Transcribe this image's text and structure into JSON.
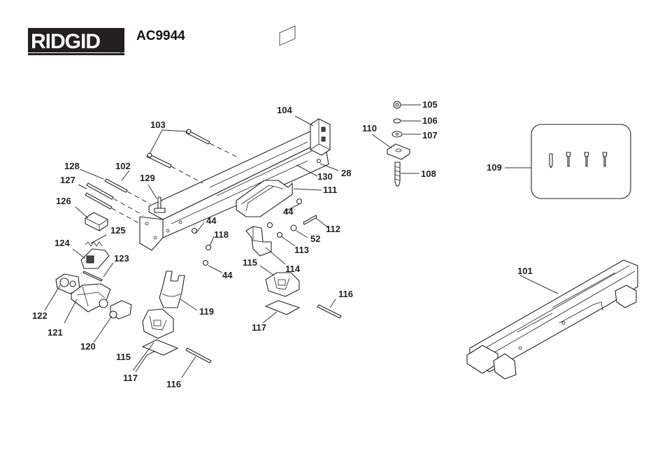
{
  "brand": {
    "name": "RIDGID",
    "mark": "®",
    "model": "AC9944"
  },
  "colors": {
    "ink": "#222222",
    "logo_bg": "#231f20",
    "paper": "#ffffff"
  },
  "callouts": [
    {
      "id": "c101",
      "text": "101"
    },
    {
      "id": "c102",
      "text": "102"
    },
    {
      "id": "c103",
      "text": "103"
    },
    {
      "id": "c104",
      "text": "104"
    },
    {
      "id": "c105",
      "text": "105"
    },
    {
      "id": "c106",
      "text": "106"
    },
    {
      "id": "c107",
      "text": "107"
    },
    {
      "id": "c108",
      "text": "108"
    },
    {
      "id": "c109",
      "text": "109"
    },
    {
      "id": "c110",
      "text": "110"
    },
    {
      "id": "c111",
      "text": "111"
    },
    {
      "id": "c112",
      "text": "112"
    },
    {
      "id": "c113",
      "text": "113"
    },
    {
      "id": "c114",
      "text": "114"
    },
    {
      "id": "c115a",
      "text": "115"
    },
    {
      "id": "c115b",
      "text": "115"
    },
    {
      "id": "c116a",
      "text": "116"
    },
    {
      "id": "c116b",
      "text": "116"
    },
    {
      "id": "c117a",
      "text": "117"
    },
    {
      "id": "c117b",
      "text": "117"
    },
    {
      "id": "c118",
      "text": "118"
    },
    {
      "id": "c119",
      "text": "119"
    },
    {
      "id": "c120",
      "text": "120"
    },
    {
      "id": "c121",
      "text": "121"
    },
    {
      "id": "c122",
      "text": "122"
    },
    {
      "id": "c123",
      "text": "123"
    },
    {
      "id": "c124",
      "text": "124"
    },
    {
      "id": "c125",
      "text": "125"
    },
    {
      "id": "c126",
      "text": "126"
    },
    {
      "id": "c127",
      "text": "127"
    },
    {
      "id": "c128",
      "text": "128"
    },
    {
      "id": "c129",
      "text": "129"
    },
    {
      "id": "c130",
      "text": "130"
    },
    {
      "id": "c28",
      "text": "28"
    },
    {
      "id": "c44a",
      "text": "44"
    },
    {
      "id": "c44b",
      "text": "44"
    },
    {
      "id": "c44c",
      "text": "44"
    },
    {
      "id": "c52",
      "text": "52"
    }
  ]
}
